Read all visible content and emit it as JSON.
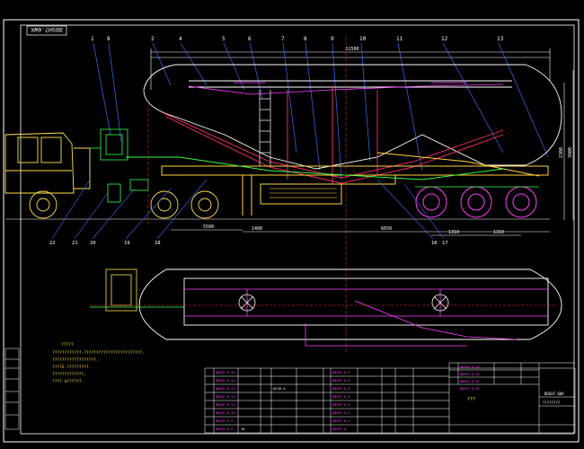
{
  "drawing_code": "DDSH7.6WX",
  "part_numbers": [
    "1",
    "8",
    "2",
    "4",
    "5",
    "6",
    "7",
    "8",
    "9",
    "10",
    "11",
    "12",
    "13"
  ],
  "bottom_callouts": [
    "22",
    "21",
    "20",
    "19",
    "18",
    "16",
    "17"
  ],
  "dimensions": {
    "overall": "11500",
    "left_span": "5500",
    "rear_span": "6650",
    "axle_a": "1310",
    "axle_b": "1310",
    "height": "3900",
    "tank_height": "2300",
    "front_overhang": "1400"
  },
  "notes": {
    "title": "?????",
    "lines": [
      "????????????.????????????????????????.",
      "??????????????????.",
      "????2.?????????.",
      "?????????????.",
      "????  4??????."
    ]
  },
  "revision_label": "???",
  "parts_table": {
    "left_col_codes": [
      "DDSH7.6-15",
      "DDSH7.6-14",
      "DDSH7.6-13",
      "DDSH7.6-12",
      "DDSH7.6-11",
      "DDSH7.6-10",
      "DDSH7.6-9",
      "DDSH7.6-8"
    ],
    "mid_col_codes": [
      "DDSH7.6-7",
      "DDSH7.6-6",
      "DDSH7.6-5",
      "DDSH7.6-4",
      "DDSH7.6-3",
      "DDSH7.6-2",
      "DDSH7.6-1",
      "DDSH7.6"
    ],
    "mid_marker": "Q235-A",
    "left_qty": "10",
    "right_list": [
      "DDSH7.6-24",
      "DDSH7.6-23",
      "DDSH7.6-22",
      "DDSH7.6-21"
    ],
    "title_block_code": "DDSH7.6WX",
    "title_block_name": "????????"
  }
}
